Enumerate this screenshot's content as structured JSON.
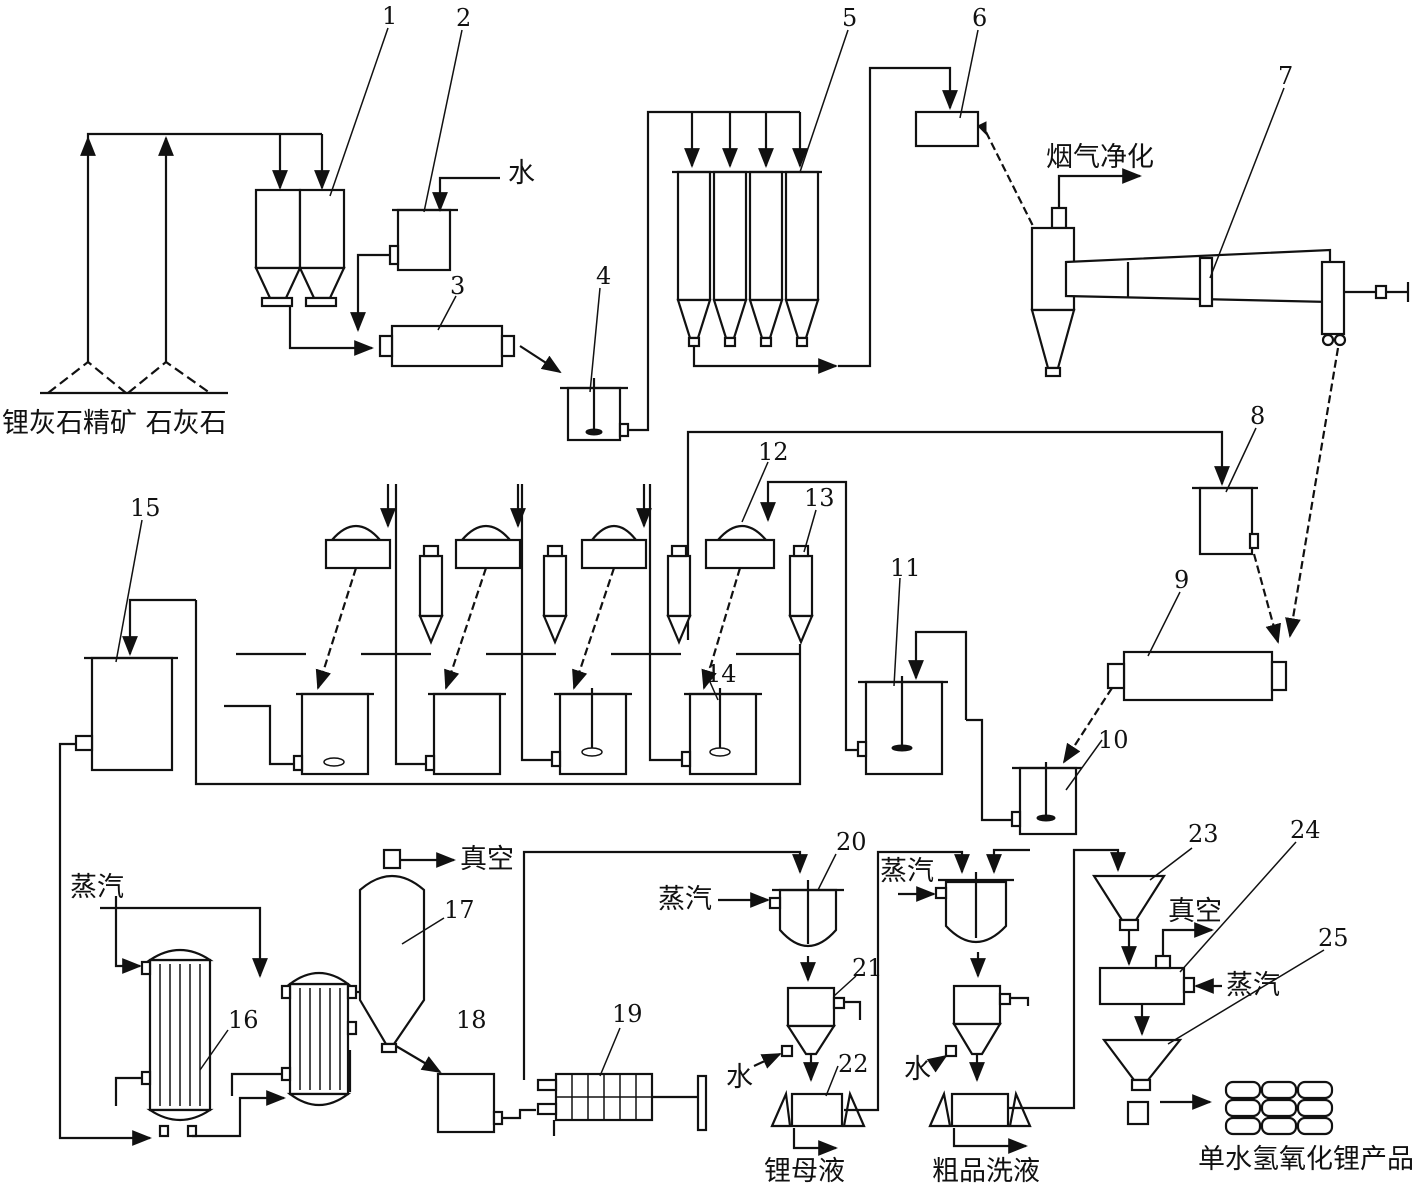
{
  "equipment_numbers": [
    "1",
    "2",
    "3",
    "4",
    "5",
    "6",
    "7",
    "8",
    "9",
    "10",
    "11",
    "12",
    "13",
    "14",
    "15",
    "16",
    "17",
    "18",
    "19",
    "20",
    "21",
    "22",
    "23",
    "24",
    "25"
  ],
  "labels": {
    "water": "水",
    "flue_gas_purification": "烟气净化",
    "raw_materials": "锂灰石精矿 石灰石",
    "vacuum_top": "真空",
    "steam_left": "蒸汽",
    "vacuum_right": "真空",
    "steam_20": "蒸汽",
    "steam_center": "蒸汽",
    "steam_24": "蒸汽",
    "water_21": "水",
    "water_center": "水",
    "lithium_mother_liquor": "锂母液",
    "crude_wash_liquor": "粗品洗液",
    "product": "单水氢氧化锂产品"
  },
  "colors": {
    "line": "#111111",
    "background": "#ffffff"
  }
}
